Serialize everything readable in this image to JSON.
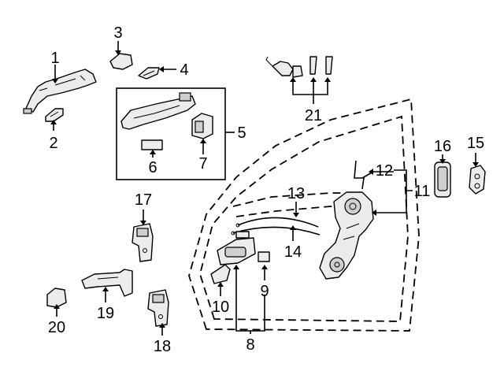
{
  "callouts": [
    "1",
    "2",
    "3",
    "4",
    "5",
    "6",
    "7",
    "8",
    "9",
    "10",
    "11",
    "12",
    "13",
    "14",
    "15",
    "16",
    "17",
    "18",
    "19",
    "20",
    "21"
  ],
  "colors": {
    "line": "#000000",
    "part_fill": "#ececec",
    "background": "#ffffff"
  }
}
